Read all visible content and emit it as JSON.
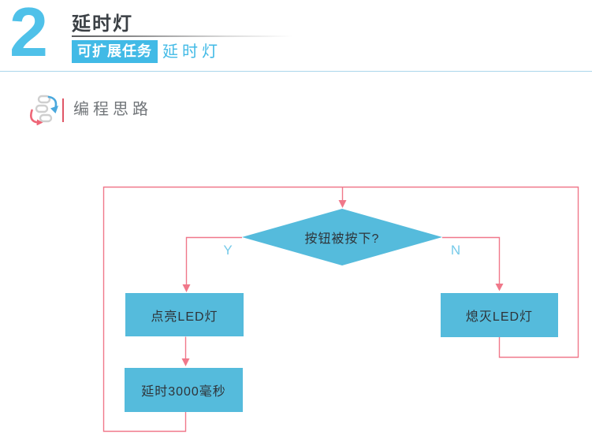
{
  "header": {
    "number": "2",
    "title": "延时灯",
    "badge_label": "可扩展任务",
    "badge_suffix": "延时灯"
  },
  "section": {
    "title": "编程思路"
  },
  "flowchart": {
    "decision_label": "按钮被按下?",
    "yes_label": "Y",
    "no_label": "N",
    "process_on_label": "点亮LED灯",
    "process_delay_label": "延时3000毫秒",
    "process_off_label": "熄灭LED灯"
  },
  "colors": {
    "number_cyan": "#4FC1E9",
    "badge_bg": "#41BAE6",
    "accent_cyan": "#41BAE6",
    "shape_fill": "#55BBDC",
    "line_red": "#F0788A",
    "label_cyan": "#76CAE9",
    "title_dark": "#3B4045",
    "box_text": "#2E3338",
    "section_text": "#717579",
    "section_divider_red": "#E05666",
    "separator_blue": "#ABD7EC",
    "icon_gray": "#CFCFCF",
    "icon_blue": "#4AA8DD",
    "icon_red": "#EE6677"
  }
}
